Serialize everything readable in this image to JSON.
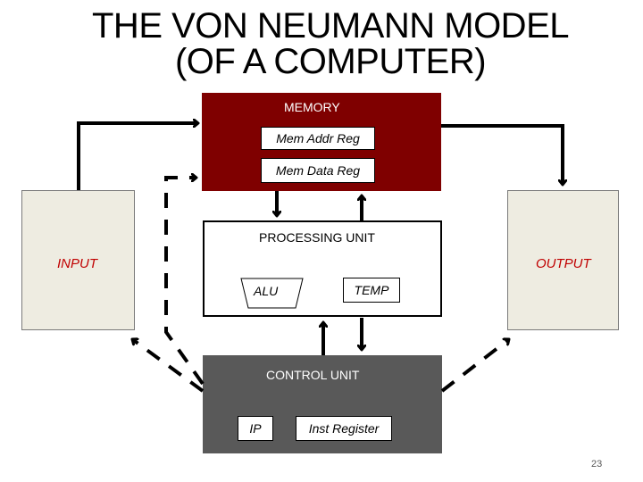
{
  "title": {
    "line1": "THE VON NEUMANN MODEL",
    "line2": "(OF A COMPUTER)"
  },
  "memory": {
    "label": "MEMORY",
    "registers": [
      "Mem Addr Reg",
      "Mem Data Reg"
    ]
  },
  "processing_unit": {
    "label": "PROCESSING UNIT",
    "alu": "ALU",
    "temp": "TEMP"
  },
  "control_unit": {
    "label": "CONTROL UNIT",
    "ip": "IP",
    "inst_register": "Inst Register"
  },
  "input": {
    "label": "INPUT"
  },
  "output": {
    "label": "OUTPUT"
  },
  "page_number": "23",
  "colors": {
    "memory": "#7f0000",
    "io_fill": "#eeece1",
    "control": "#595959",
    "io_label": "#c00000"
  }
}
